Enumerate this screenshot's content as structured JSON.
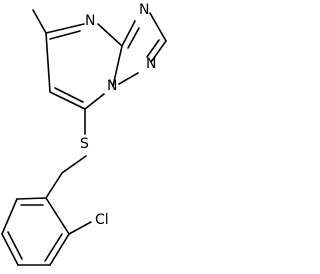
{
  "structure": {
    "atom_labels": {
      "n_pyrimidine_top": "N",
      "n_triazole_top": "N",
      "n_triazole_right": "N",
      "n_bridgehead": "N",
      "sulfur": "S",
      "chlorine": "Cl"
    },
    "substituents": {
      "methyl": "methyl",
      "benzyl": "2-chlorobenzyl"
    },
    "colors": {
      "bond": "#000000",
      "label": "#000000",
      "background": "#ffffff"
    }
  }
}
